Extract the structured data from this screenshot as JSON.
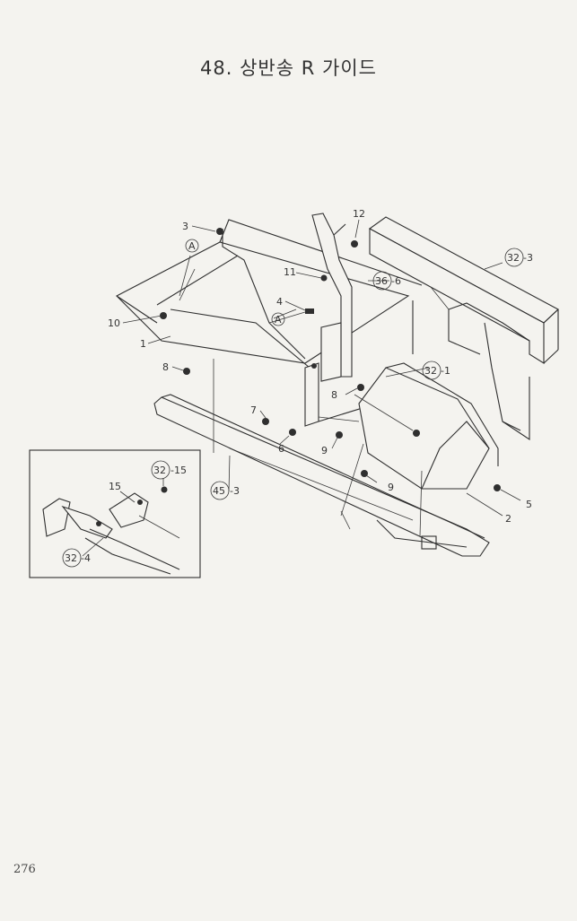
{
  "title": "48. 상반송 R 가이드",
  "page_number": "276",
  "callouts": {
    "c3": "3",
    "c12": "12",
    "cA1": "A",
    "c32_3_circle": "32",
    "c32_3_suffix": "-3",
    "c11": "11",
    "c36_6_circle": "36",
    "c36_6_suffix": "-6",
    "c4": "4",
    "cA2": "A",
    "c10": "10",
    "c1": "1",
    "c8a": "8",
    "c32_1_circle": "32",
    "c32_1_suffix": "-1",
    "c8b": "8",
    "c7": "7",
    "c6": "6",
    "c9a": "9",
    "c9b": "9",
    "c5": "5",
    "c2": "2",
    "c32_15_circle": "32",
    "c32_15_suffix": "-15",
    "c15": "15",
    "c45_3_circle": "45",
    "c45_3_suffix": "-3",
    "c32_4_circle": "32",
    "c32_4_suffix": "-4"
  }
}
